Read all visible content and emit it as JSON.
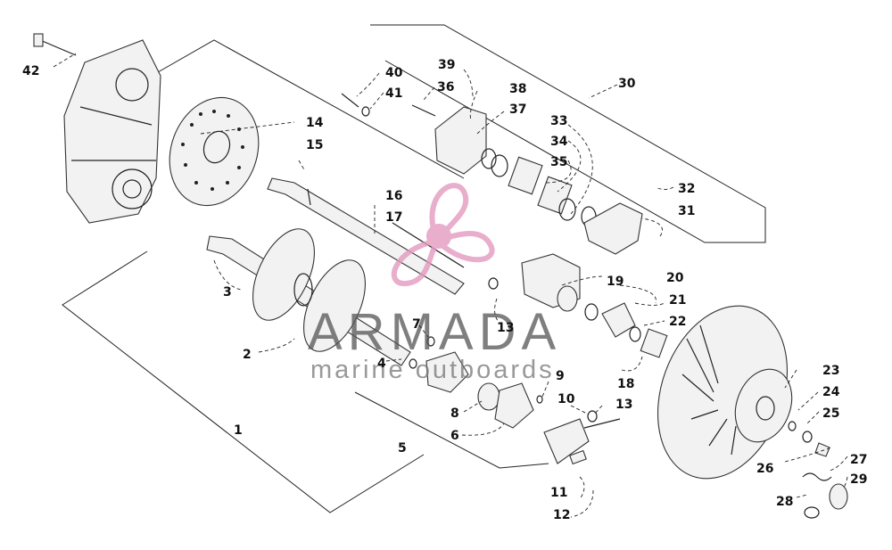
{
  "watermark": {
    "title": "ARMADA",
    "subtitle": "marine outboards",
    "logo_color": "#e39ac0"
  },
  "part_numbers": [
    "1",
    "2",
    "3",
    "4",
    "5",
    "6",
    "7",
    "8",
    "9",
    "10",
    "11",
    "12",
    "13",
    "13",
    "14",
    "15",
    "16",
    "17",
    "18",
    "19",
    "20",
    "21",
    "22",
    "23",
    "24",
    "25",
    "26",
    "27",
    "28",
    "29",
    "30",
    "31",
    "32",
    "33",
    "34",
    "35",
    "36",
    "37",
    "38",
    "39",
    "40",
    "41",
    "42"
  ]
}
